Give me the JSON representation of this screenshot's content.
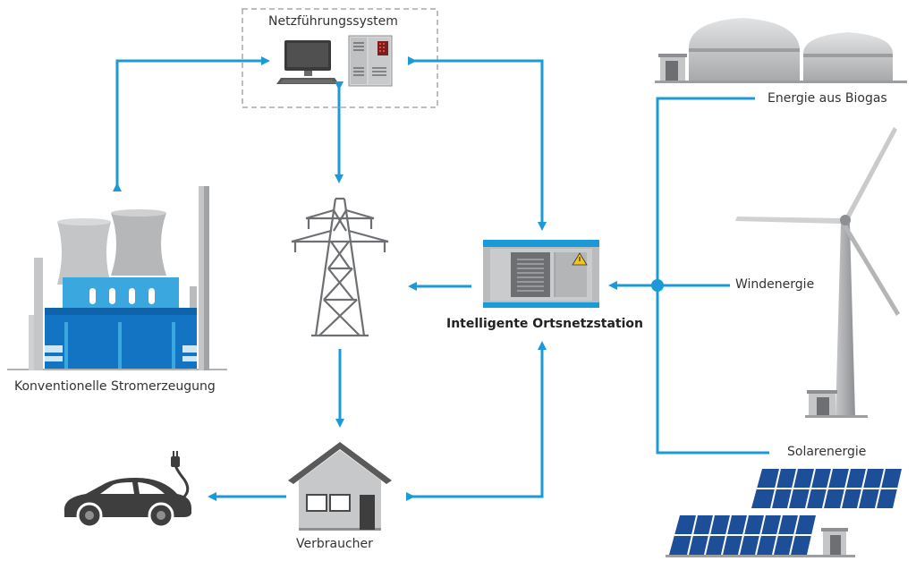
{
  "labels": {
    "control_system": "Netzführungssystem",
    "conventional": "Konventionelle Stromerzeugung",
    "station": "Intelligente Ortsnetzstation",
    "consumer": "Verbraucher",
    "biogas": "Energie aus Biogas",
    "wind": "Windenergie",
    "solar": "Solarenergie"
  },
  "colors": {
    "flow": "#1a9bd7",
    "plant_blue": "#1474c4",
    "plant_light": "#3aa8df",
    "grey": "#b9bbbd",
    "dark": "#4a4a4a"
  },
  "icons": [
    "computer-icon",
    "server-rack-icon",
    "power-plant-icon",
    "transmission-tower-icon",
    "substation-icon",
    "warning-icon",
    "house-icon",
    "electric-car-icon",
    "biogas-tanks-icon",
    "wind-turbine-icon",
    "solar-panels-icon"
  ]
}
